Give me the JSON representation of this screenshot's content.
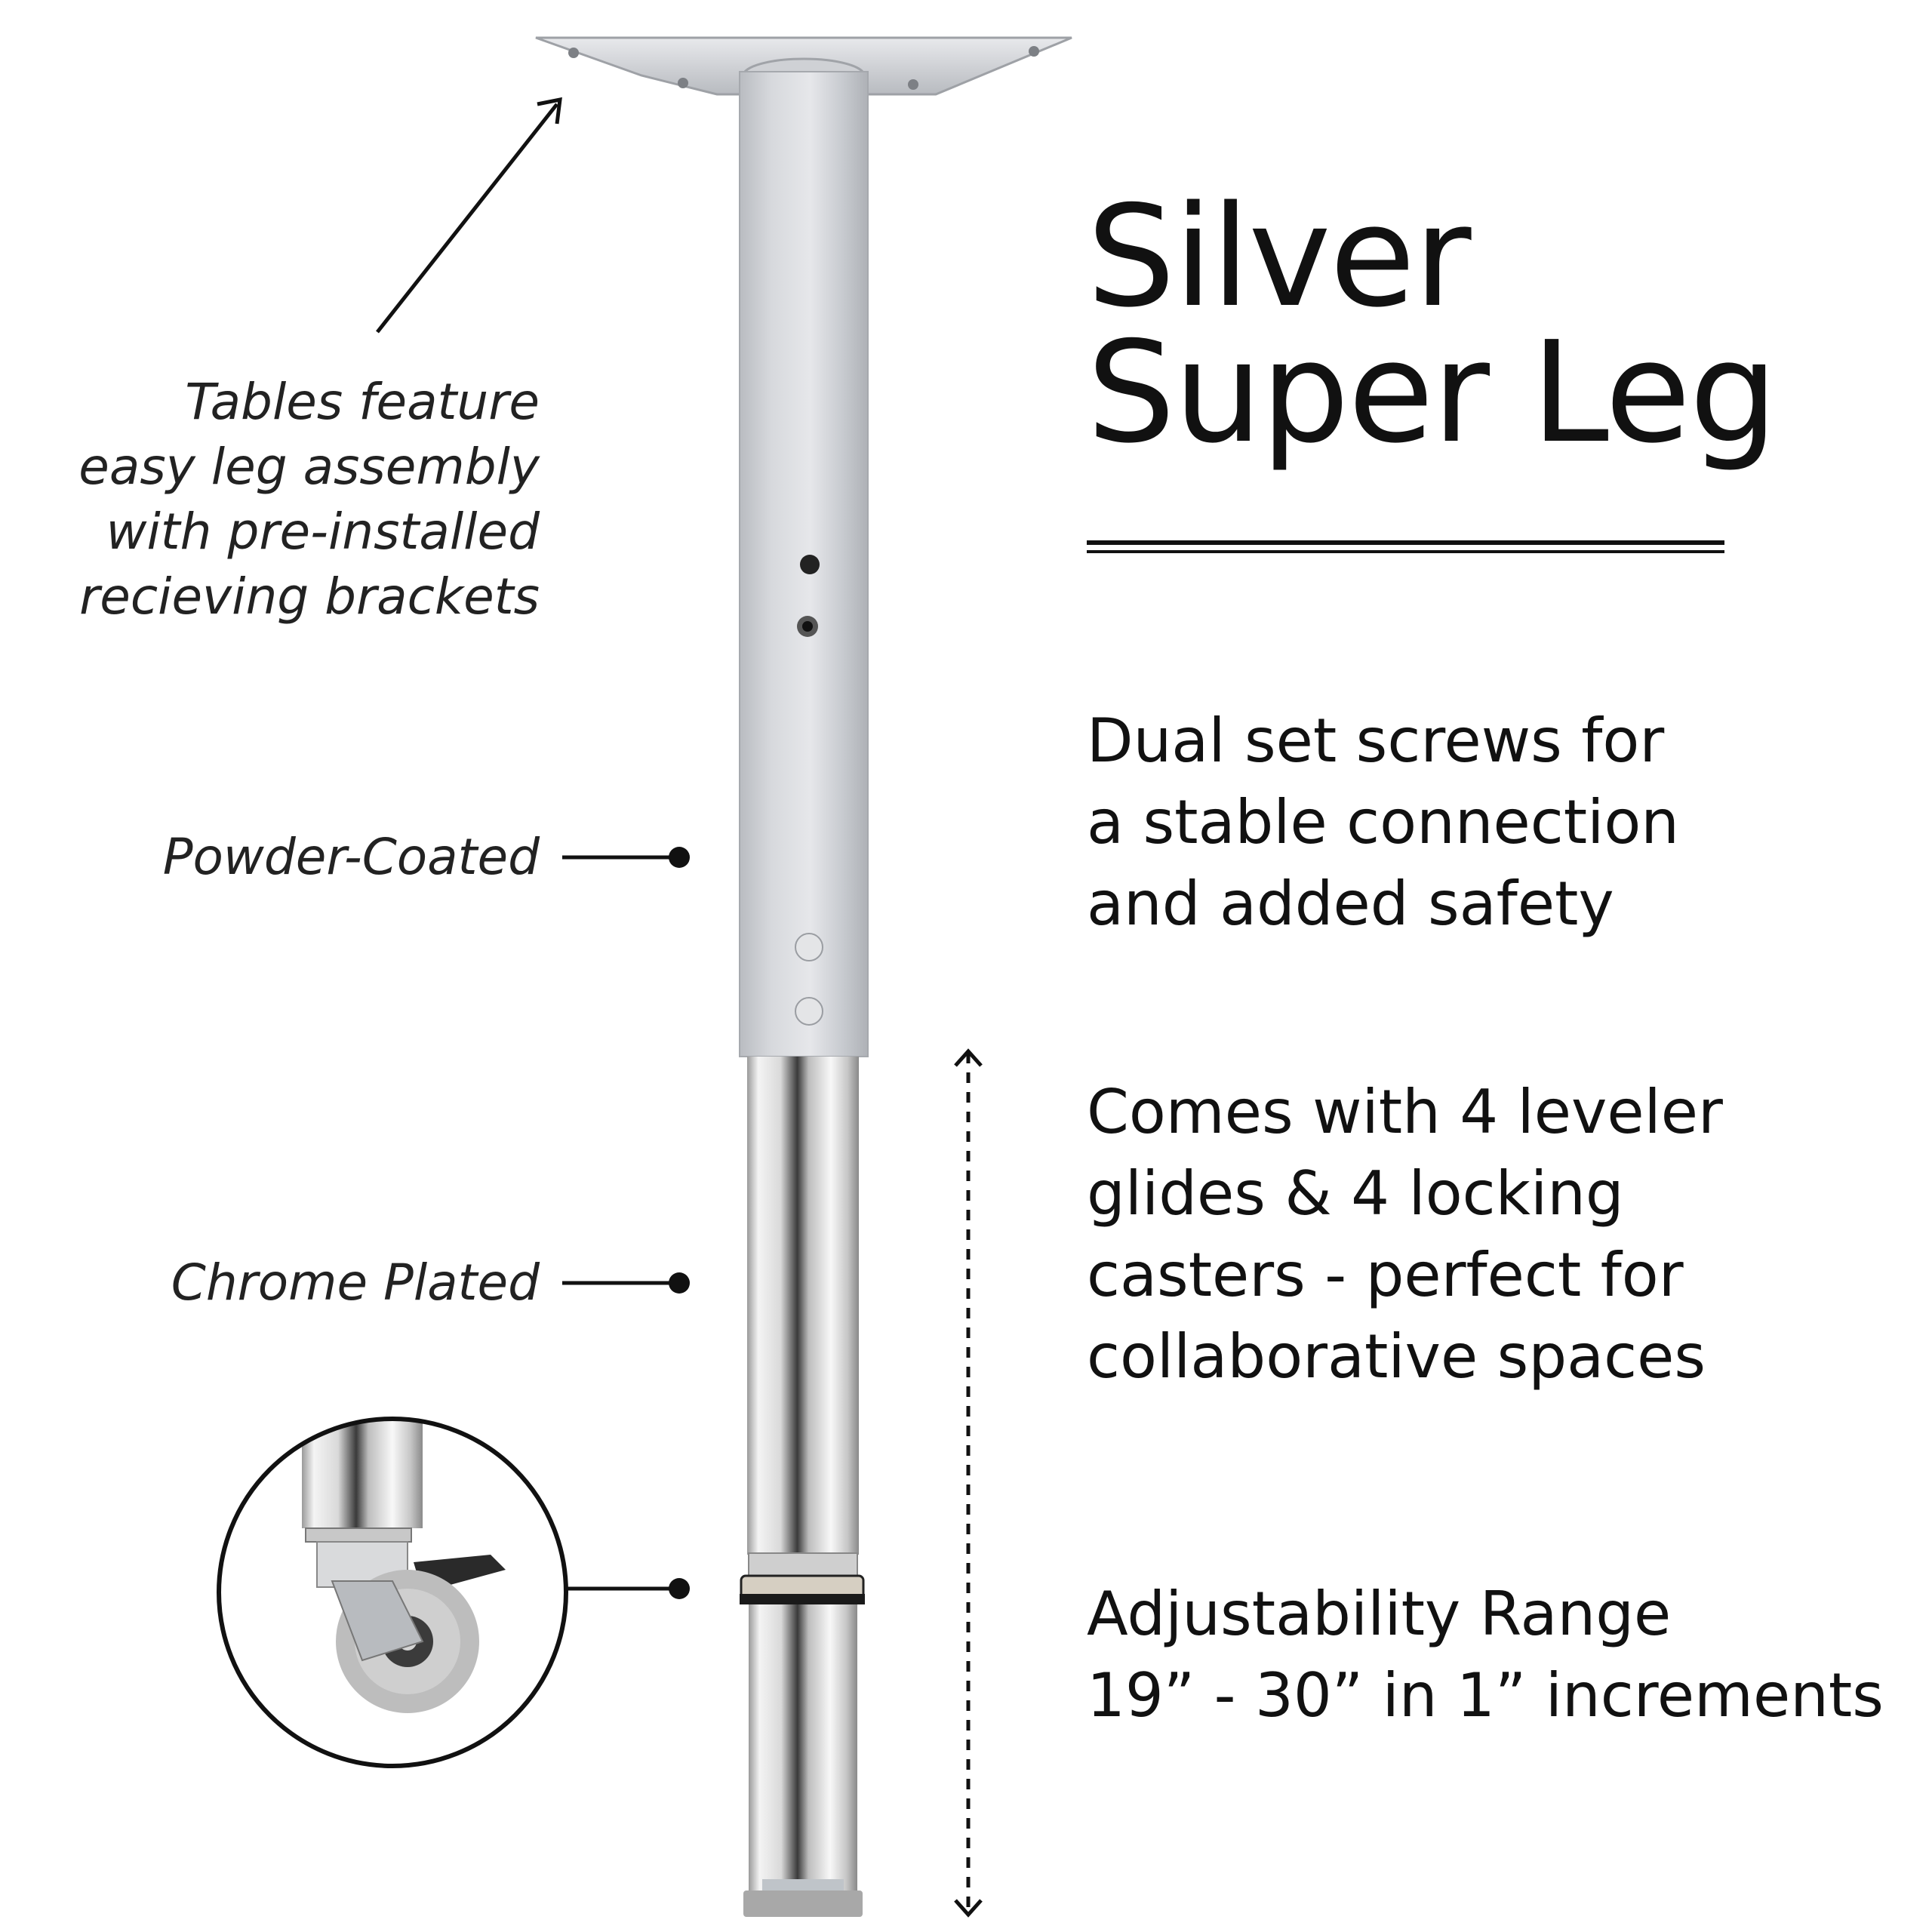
{
  "title": {
    "line1": "Silver",
    "line2": "Super Leg"
  },
  "features": [
    {
      "text": "Dual set screws for\na stable connection\nand added safety"
    },
    {
      "text": "Comes with 4 leveler\nglides & 4 locking\ncasters - perfect for\ncollaborative spaces"
    },
    {
      "text": "Adjustability Range\n19” - 30” in 1” increments"
    }
  ],
  "callouts": {
    "assembly": "Tables feature\neasy leg assembly\nwith pre-installed\nrecieving brackets",
    "powder": "Powder-Coated",
    "chrome": "Chrome Plated"
  },
  "colors": {
    "text": "#111111",
    "silver": "#c9ccd1",
    "chrome": "#d8d8d8",
    "background": "#ffffff"
  },
  "icons": {
    "arrow": "diagonal-arrow-icon",
    "range": "double-headed-arrow-icon",
    "caster": "caster-wheel-inset"
  }
}
